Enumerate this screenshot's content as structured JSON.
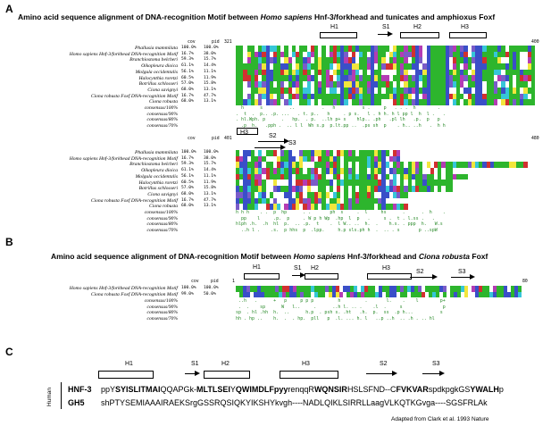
{
  "panelA": {
    "label": "A",
    "title_prefix": "Amino acid sequence alignment of DNA-recognition Motif  between ",
    "title_species": "Homo sapiens",
    "title_suffix": " Hnf-3/forkhead and tunicates and amphioxus Foxf",
    "header": {
      "cov": "cov",
      "pid": "pid",
      "start1": "321",
      "end1": "400",
      "start2": "401",
      "end2": "480"
    },
    "sequences": [
      {
        "name": "Phallusia mammilata",
        "cov": "100.0%",
        "pid": "100.0%"
      },
      {
        "name": "Homo sapiens Hnf-3/forkhead DNA-recognition Motif",
        "cov": "16.7%",
        "pid": "38.0%"
      },
      {
        "name": "Branchiostoma belcheri",
        "cov": "59.3%",
        "pid": "15.7%"
      },
      {
        "name": "Oikopleura dioica",
        "cov": "61.1%",
        "pid": "14.4%"
      },
      {
        "name": "Molgula occidentalis",
        "cov": "56.1%",
        "pid": "11.1%"
      },
      {
        "name": "Halocynthia roretzi",
        "cov": "60.5%",
        "pid": "11.9%"
      },
      {
        "name": "Botrillus schlosseri",
        "cov": "57.0%",
        "pid": "15.8%"
      },
      {
        "name": "Ciona savignyi",
        "cov": "68.0%",
        "pid": "13.1%"
      },
      {
        "name": "Ciona robusta Foxf DNA-recognition Motif",
        "cov": "16.7%",
        "pid": "47.7%"
      },
      {
        "name": "Ciona robusta",
        "cov": "68.0%",
        "pid": "13.1%"
      }
    ],
    "consensus": [
      "consensus/100%",
      "consensus/90%",
      "consensus/80%",
      "consensus/70%"
    ],
    "structure1": [
      {
        "label": "H1"
      },
      {
        "label": "S1"
      },
      {
        "label": "H2"
      },
      {
        "label": "H3"
      }
    ],
    "structure2": [
      {
        "label": "H3"
      },
      {
        "label": "S2"
      },
      {
        "label": "S3"
      }
    ]
  },
  "panelB": {
    "label": "B",
    "title_prefix": "Amino acid sequence alignment of DNA-recognition Motif between ",
    "title_species1": "Homo sapiens",
    "title_mid": " Hnf-3/forkhead and ",
    "title_species2": "Ciona robusta",
    "title_suffix": " Foxf",
    "header": {
      "cov": "cov",
      "pid": "pid",
      "start": "1",
      "end": "80"
    },
    "sequences": [
      {
        "name": "Homo sapiens Hnf-3/forkhead DNA-recognition Motif",
        "cov": "100.0%",
        "pid": "100.0%"
      },
      {
        "name": "Ciona robusta Foxf DNA-recognition Motif",
        "cov": "99.0%",
        "pid": "50.0%"
      }
    ],
    "consensus": [
      "consensus/100%",
      "consensus/90%",
      "consensus/80%",
      "consensus/70%"
    ],
    "structure": [
      {
        "label": "H1"
      },
      {
        "label": "S1"
      },
      {
        "label": "H2"
      },
      {
        "label": "H3"
      },
      {
        "label": "S2"
      },
      {
        "label": "S3"
      }
    ]
  },
  "panelC": {
    "label": "C",
    "side_label": "Human",
    "structure": [
      {
        "label": "H1"
      },
      {
        "label": "S1"
      },
      {
        "label": "H2"
      },
      {
        "label": "H3"
      },
      {
        "label": "S2"
      },
      {
        "label": "S3"
      }
    ],
    "rows": [
      {
        "name": "HNF-3",
        "segments": [
          {
            "t": "ppY",
            "b": false
          },
          {
            "t": "SYISLITMAI",
            "b": true
          },
          {
            "t": "QQAPGk-",
            "b": false
          },
          {
            "t": "MLTLSEI",
            "b": true
          },
          {
            "t": "Y",
            "b": false
          },
          {
            "t": "QWIMDLF",
            "b": true
          },
          {
            "t": "pyy",
            "b": true
          },
          {
            "t": "renqqR",
            "b": false
          },
          {
            "t": "WQNSIR",
            "b": true
          },
          {
            "t": "HSLSFN",
            "b": false
          },
          {
            "t": "D",
            "b": false
          },
          {
            "t": "--C",
            "b": false
          },
          {
            "t": "FVKVAR",
            "b": true
          },
          {
            "t": "spdkpgkGS",
            "b": false
          },
          {
            "t": "YWALH",
            "b": true
          },
          {
            "t": "p",
            "b": false
          }
        ]
      },
      {
        "name": "GH5",
        "segments": [
          {
            "t": "shPTYSEMIAAAIRAEKSrgGSSRQSIQKYIKSHYkvgh----NADLQIKLSIRRLLaagVLKQTKGvga----SGSFRLAk",
            "b": false
          }
        ]
      }
    ],
    "credit": "Adapted from Clark et al. 1993 Nature"
  },
  "colors": {
    "green": "#2db52d",
    "blue": "#3a4fc8",
    "magenta": "#b43cb4",
    "red": "#d23030",
    "yellow": "#f2e63c",
    "cyan": "#36c6d8",
    "purple": "#7a5cc8",
    "consensus": "#2a8a2a"
  }
}
